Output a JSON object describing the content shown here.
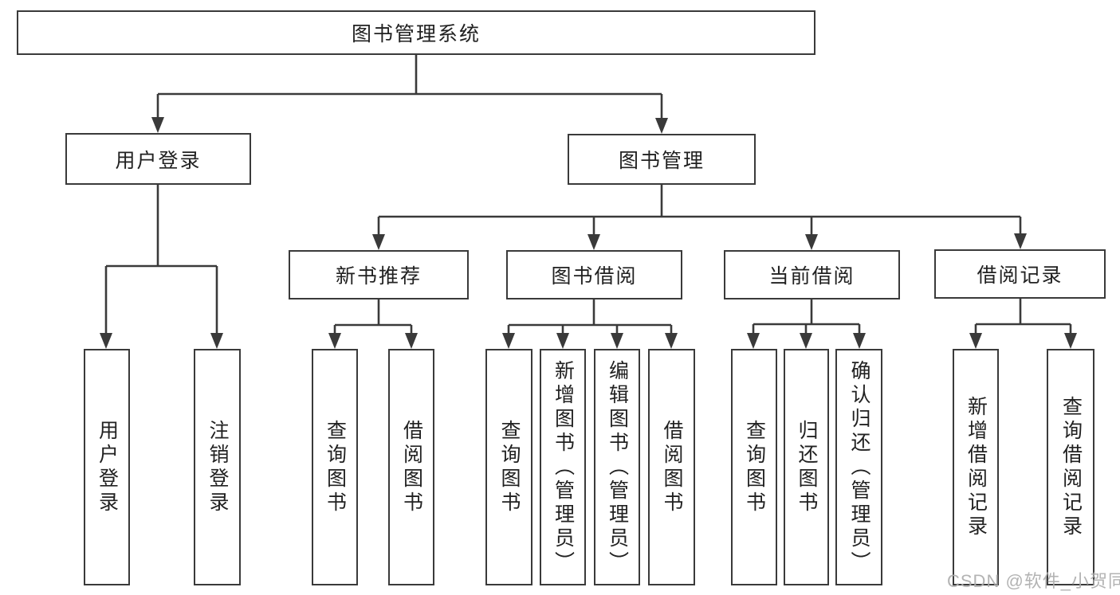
{
  "diagram_type": "functional-structure-tree",
  "colors": {
    "background": "#ffffff",
    "line": "#3a3a3a",
    "box_border": "#3a3a3a",
    "text": "#212121",
    "watermark": "#acacac"
  },
  "tree": {
    "root": {
      "label": "图书管理系统",
      "children": [
        {
          "label": "用户登录",
          "children": [
            {
              "label": "用户登录"
            },
            {
              "label": "注销登录"
            }
          ]
        },
        {
          "label": "图书管理",
          "children": [
            {
              "label": "新书推荐",
              "children": [
                {
                  "label": "查询图书"
                },
                {
                  "label": "借阅图书"
                }
              ]
            },
            {
              "label": "图书借阅",
              "children": [
                {
                  "label": "查询图书"
                },
                {
                  "label": "新增图书（管理员）"
                },
                {
                  "label": "编辑图书（管理员）"
                },
                {
                  "label": "借阅图书"
                }
              ]
            },
            {
              "label": "当前借阅",
              "children": [
                {
                  "label": "查询图书"
                },
                {
                  "label": "归还图书"
                },
                {
                  "label": "确认归还（管理员）"
                }
              ]
            },
            {
              "label": "借阅记录",
              "children": [
                {
                  "label": "新增借阅记录"
                },
                {
                  "label": "查询借阅记录"
                }
              ]
            }
          ]
        }
      ]
    }
  },
  "watermark": {
    "text": "CSDN @软件_小贺同学"
  }
}
